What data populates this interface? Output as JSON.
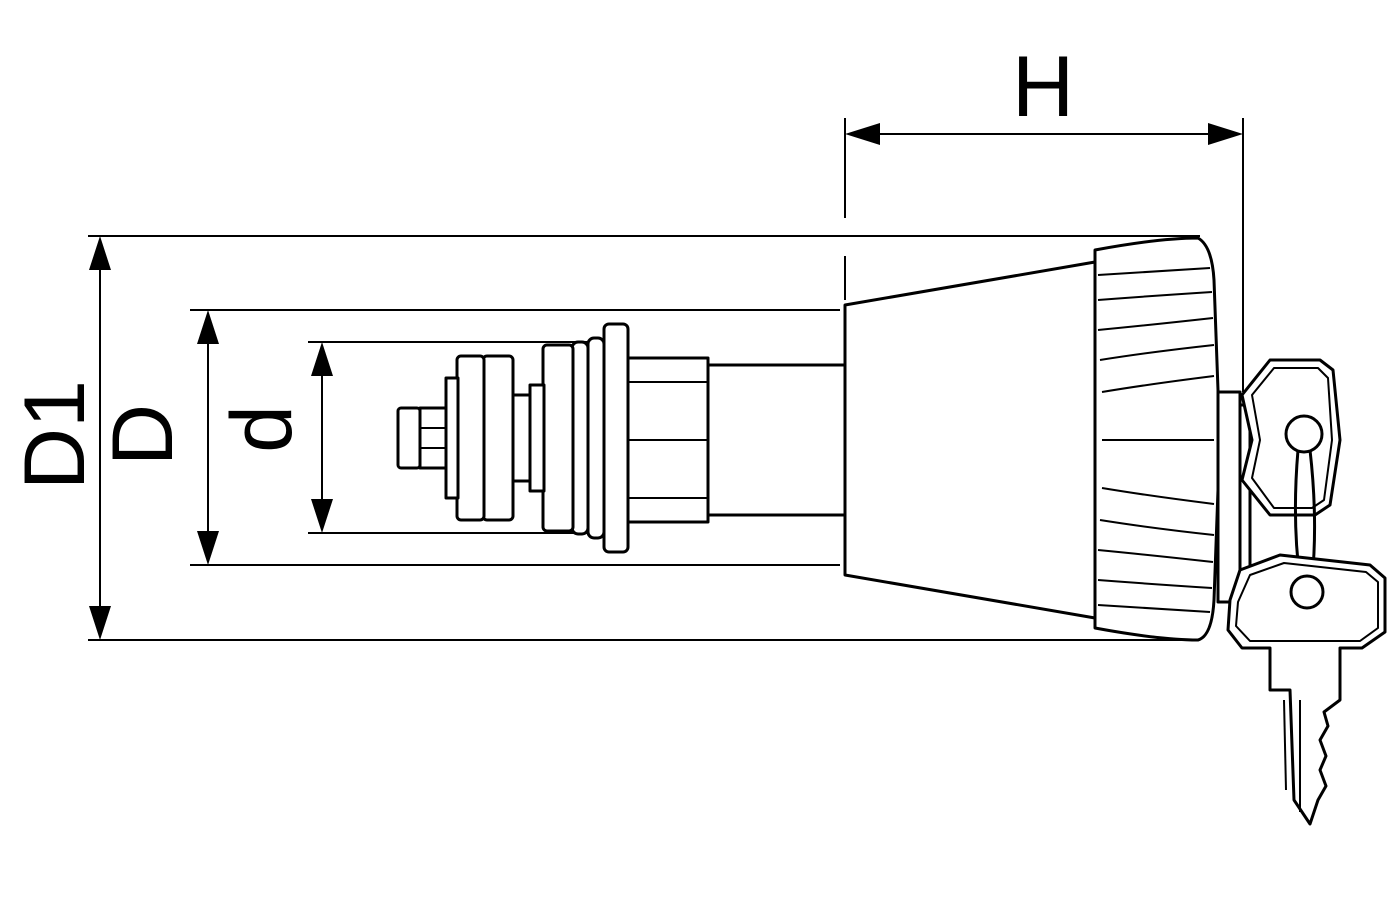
{
  "dimensions": {
    "H": "H",
    "D1": "D1",
    "D": "D",
    "d": "d"
  }
}
